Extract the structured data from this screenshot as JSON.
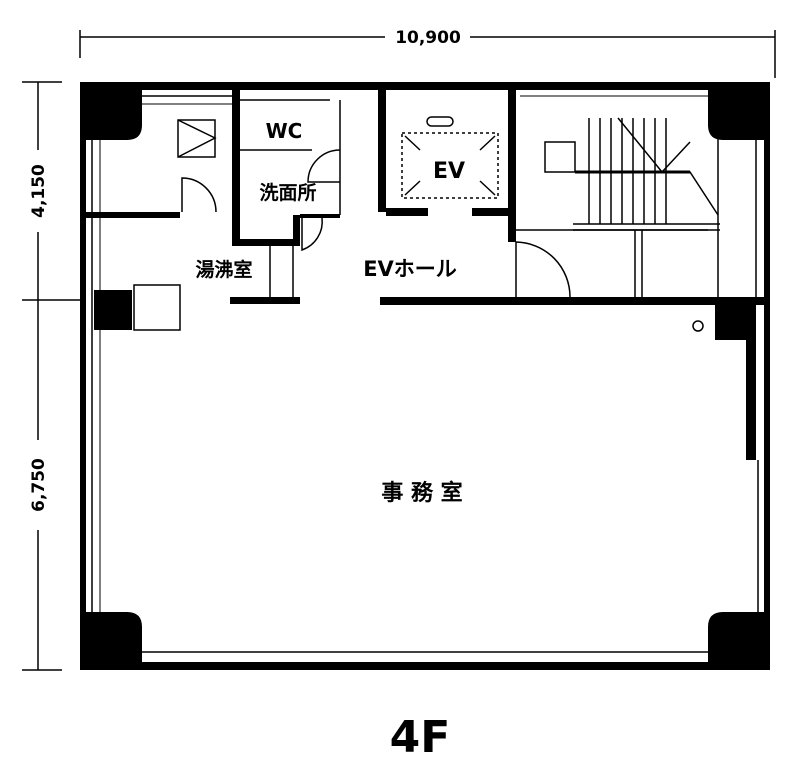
{
  "dimensions": {
    "width_total": "10,900",
    "depth_upper": "4,150",
    "depth_lower": "6,750"
  },
  "rooms": {
    "wc": "WC",
    "washroom": "洗面所",
    "elevator": "EV",
    "kitchenette": "湯沸室",
    "ev_hall": "EVホール",
    "office": "事 務 室"
  },
  "floor_label": "4F"
}
